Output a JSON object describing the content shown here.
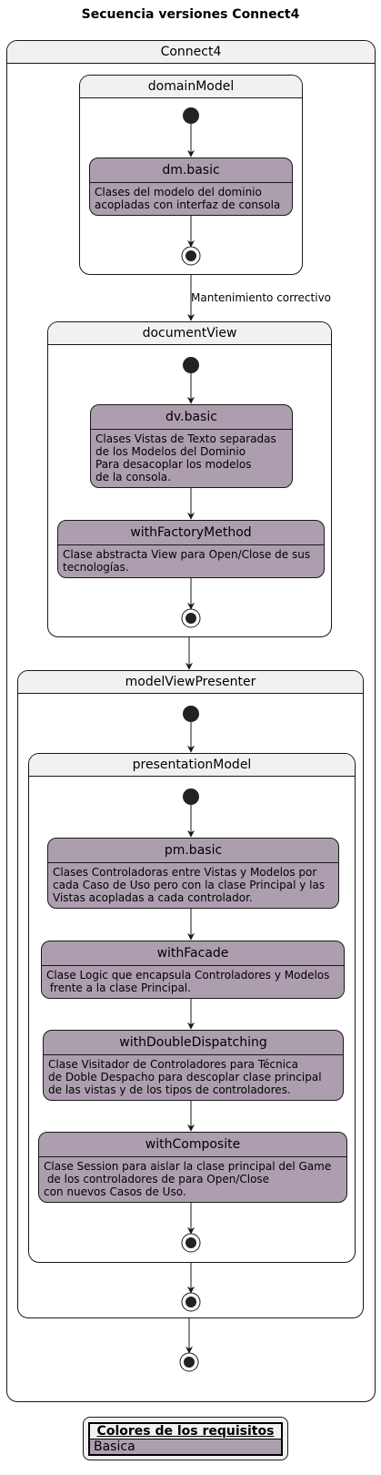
{
  "title": "Secuencia versiones Connect4",
  "colors": {
    "state_fill": "#ad9eaf",
    "container_header": "#f1f1f1",
    "line": "#181818"
  },
  "containers": {
    "connect4": "Connect4",
    "domainModel": "domainModel",
    "documentView": "documentView",
    "modelViewPresenter": "modelViewPresenter",
    "presentationModel": "presentationModel"
  },
  "states": {
    "dm_basic": {
      "name": "dm.basic",
      "desc": "Clases del modelo del dominio\nacopladas con interfaz de consola"
    },
    "dv_basic": {
      "name": "dv.basic",
      "desc": "Clases Vistas de Texto separadas\nde los Modelos del Dominio\nPara desacoplar los modelos\nde la consola."
    },
    "with_factory": {
      "name": "withFactoryMethod",
      "desc": "Clase abstracta View para Open/Close de sus\ntecnologías."
    },
    "pm_basic": {
      "name": "pm.basic",
      "desc": "Clases Controladoras entre Vistas y Modelos por\ncada Caso de Uso pero con la clase Principal y las\nVistas acopladas a cada controlador."
    },
    "with_facade": {
      "name": "withFacade",
      "desc": "Clase Logic que encapsula Controladores y Modelos\n frente a la clase Principal."
    },
    "with_double": {
      "name": "withDoubleDispatching",
      "desc": "Clase Visitador de Controladores para Técnica\nde Doble Despacho para descoplar clase principal\nde las vistas y de los tipos de controladores."
    },
    "with_composite": {
      "name": "withComposite",
      "desc": "Clase Session para aislar la clase principal del Game\n de los controladores de para Open/Close\ncon nuevos Casos de Uso."
    }
  },
  "transitions": {
    "maintenance": "Mantenimiento correctivo"
  },
  "legend": {
    "header": "Colores de los requisitos",
    "row": "Basica"
  }
}
